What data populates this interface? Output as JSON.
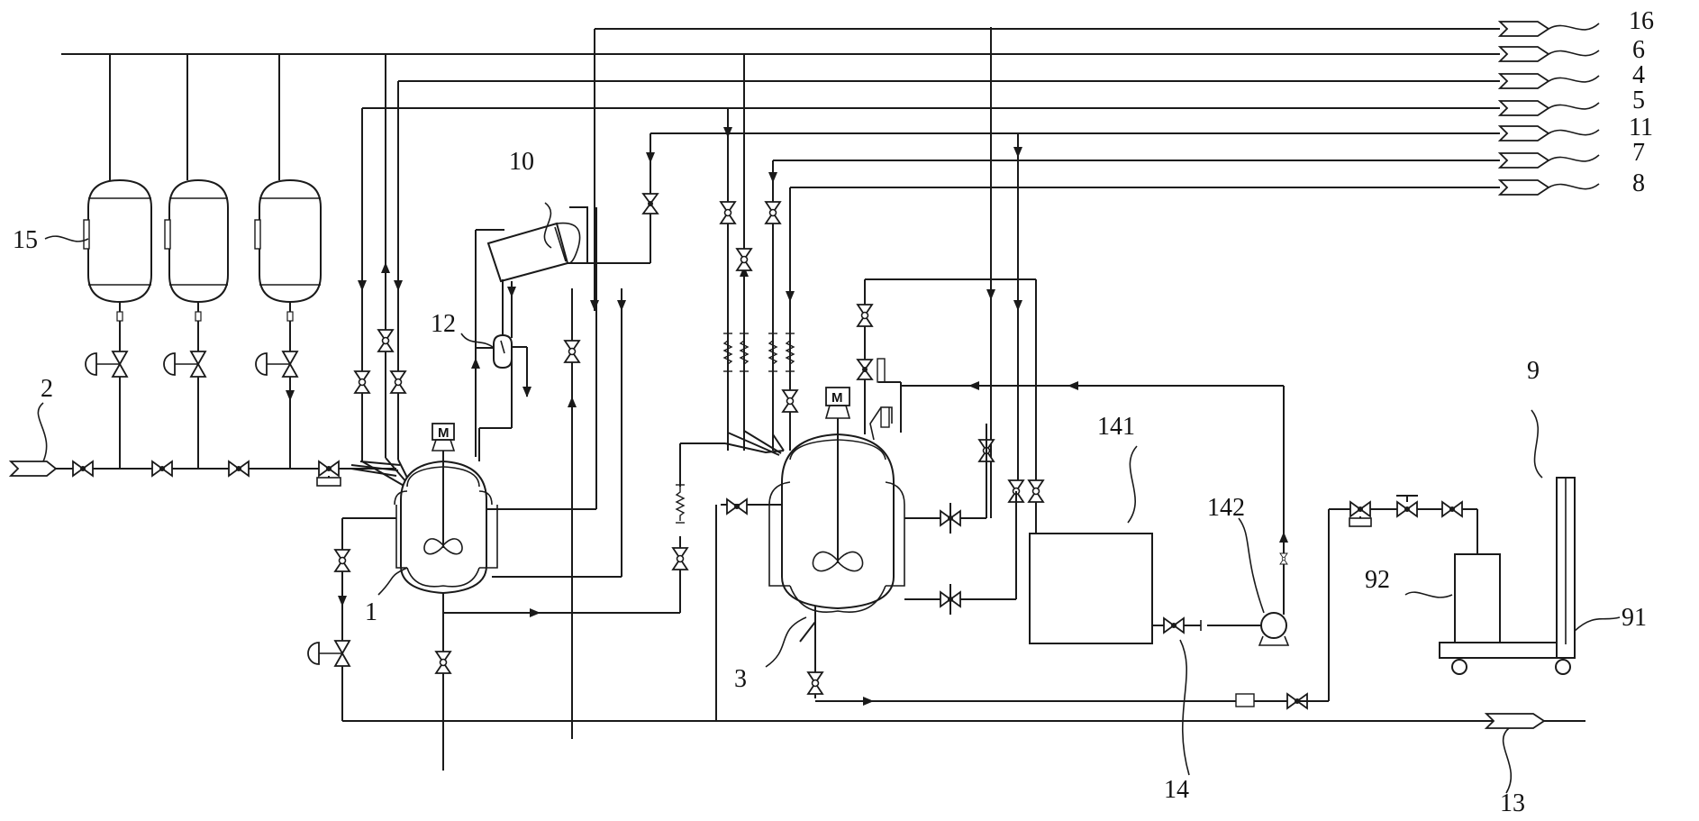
{
  "motor_label": "M",
  "labels": {
    "l1": "1",
    "l2": "2",
    "l3": "3",
    "l4": "4",
    "l5": "5",
    "l6": "6",
    "l7": "7",
    "l8": "8",
    "l9": "9",
    "l10": "10",
    "l11": "11",
    "l12": "12",
    "l13": "13",
    "l14": "14",
    "l15": "15",
    "l16": "16",
    "l91": "91",
    "l92": "92",
    "l141": "141",
    "l142": "142"
  }
}
